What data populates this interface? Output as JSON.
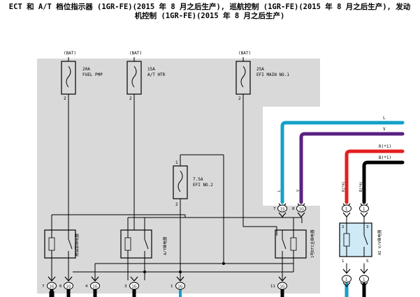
{
  "title": "ECT 和 A/T 档位指示器 (1GR-FE)(2015 年 8 月之后生产), 巡航控制 (1GR-FE)(2015 年 8 月之后生产), 发动机控制 (1GR-FE)(2015 年 8 月之后生产)",
  "colors": {
    "background": "#ffffff",
    "junction_block": "#d9d9d9",
    "wire_black": "#000000",
    "wire_blue": "#13a0c8",
    "wire_violet": "#5b2180",
    "wire_red": "#e51f1f",
    "relay_highlight": "#cfe9f6"
  },
  "fuses": [
    {
      "source": "(BAT)",
      "rating": "20A",
      "name": "FUEL PMP",
      "pin": "2"
    },
    {
      "source": "(BAT)",
      "rating": "15A",
      "name": "A/T HTR",
      "pin": "2"
    },
    {
      "source": "(BAT)",
      "rating": "25A",
      "name": "EFI MAIN NO.1",
      "pin": "2"
    },
    {
      "rating": "7.5A",
      "name": "EFI NO.2",
      "pin_top": "1",
      "pin_bottom": "2"
    }
  ],
  "relays": [
    {
      "label": "燃油泵继电器"
    },
    {
      "label": "A/T继电器"
    },
    {
      "label": "1号EFI主继电器"
    },
    {
      "label": "AI V/V继电器"
    }
  ],
  "connectors": {
    "bottom": [
      {
        "pin": "7",
        "code": "1G"
      },
      {
        "pin": "6",
        "code": "1G"
      },
      {
        "pin": "4",
        "code": "1G"
      },
      {
        "pin": "3",
        "code": "1G"
      },
      {
        "pin": "1",
        "code": "1G"
      },
      {
        "pin": "11",
        "code": "1G"
      }
    ],
    "right_top": [
      {
        "pin": "7",
        "code": "1S"
      },
      {
        "pin": "8",
        "code": "1G"
      }
    ],
    "av_top": [
      {
        "pin": "1",
        "code": "A"
      },
      {
        "pin": "1",
        "code": "B"
      }
    ],
    "av_bottom": [
      {
        "pin": "1",
        "code": "A"
      },
      {
        "pin": "1",
        "code": "B"
      }
    ]
  },
  "relay_pins": {
    "left": "2",
    "right": "3",
    "bottom_left": "1",
    "bottom_right": "5"
  },
  "wire_labels": {
    "blue": "L",
    "violet": "V",
    "red": "R(*1)",
    "black": "B(*1)",
    "red_vertical": "R(*4)",
    "black_vertical": "B(*4)"
  }
}
